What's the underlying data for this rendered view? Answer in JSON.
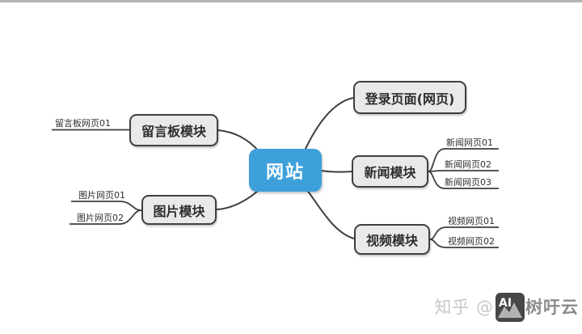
{
  "diagram": {
    "center": {
      "label": "网站"
    },
    "branches": [
      {
        "id": "login",
        "label": "登录页面(网页)",
        "children": []
      },
      {
        "id": "news",
        "label": "新闻模块",
        "children": [
          "新闻网页01",
          "新闻网页02",
          "新闻网页03"
        ]
      },
      {
        "id": "video",
        "label": "视频模块",
        "children": [
          "视频网页01",
          "视频网页02"
        ]
      },
      {
        "id": "message",
        "label": "留言板模块",
        "children": [
          "留言板网页01"
        ]
      },
      {
        "id": "image",
        "label": "图片模块",
        "children": [
          "图片网页01",
          "图片网页02"
        ]
      }
    ],
    "colors": {
      "center_fill": "#3da0db",
      "center_text": "#ffffff",
      "branch_fill": "#e9e9e9",
      "branch_border": "#3f3f3f",
      "connector_line": "#3e3e3e",
      "leaf_text": "#2f2f2f",
      "background": "#ffffff",
      "top_edge": "#b5b5b5"
    }
  },
  "watermark": {
    "prefix": "知乎 @",
    "suffix": "树吁云",
    "icon": "ai-image-icon",
    "icon_label": "AI"
  }
}
